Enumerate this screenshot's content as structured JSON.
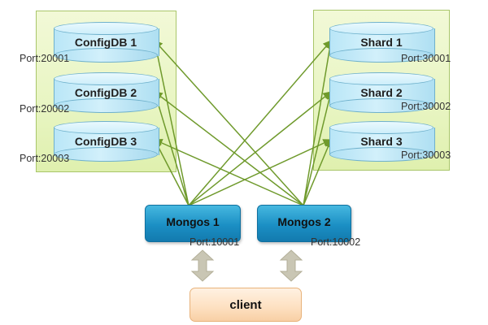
{
  "configdbs": [
    {
      "label": "ConfigDB 1",
      "port": "Port:20001"
    },
    {
      "label": "ConfigDB 2",
      "port": "Port:20002"
    },
    {
      "label": "ConfigDB 3",
      "port": "Port:20003"
    }
  ],
  "shards": [
    {
      "label": "Shard  1",
      "port": "Port:30001"
    },
    {
      "label": "Shard  2",
      "port": "Port:30002"
    },
    {
      "label": "Shard  3",
      "port": "Port:30003"
    }
  ],
  "mongos": [
    {
      "label": "Mongos 1",
      "port": "Port:10001"
    },
    {
      "label": "Mongos 2",
      "port": "Port:10002"
    }
  ],
  "client": {
    "label": "client"
  },
  "colors": {
    "connector": "#6f9a2c",
    "group_fill": "#e8f5c2",
    "cylinder": "#c4ecfa",
    "mongos": "#1b8fc4",
    "client": "#fde0c0",
    "arrow": "#c9c6b4"
  }
}
